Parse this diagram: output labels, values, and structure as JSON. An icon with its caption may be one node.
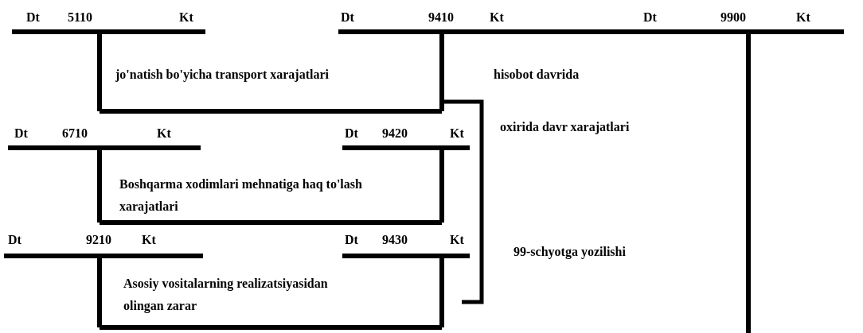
{
  "diagram": {
    "nodes": [
      {
        "text": [
          "Dt",
          "5110",
          "Kt"
        ]
      },
      {
        "text": [
          "Dt",
          "9410",
          "Kt"
        ]
      },
      {
        "text": [
          "Dt",
          "9900",
          "Kt"
        ]
      },
      {
        "text": [
          "Dt",
          "6710",
          "Kt"
        ]
      },
      {
        "text": [
          "Dt",
          "9420",
          "Kt"
        ]
      },
      {
        "text": [
          "Dt",
          "9210",
          "Kt"
        ]
      },
      {
        "text": [
          "Dt",
          "9430",
          "Kt"
        ]
      }
    ],
    "edges": [
      {
        "from": 0,
        "to": 1,
        "arrow": "none",
        "label": "jo'natish bo'yicha transport xarajatlari"
      },
      {
        "from": 3,
        "to": 4,
        "arrow": "none",
        "label": "Boshqarma xodimlari mehnatiga haq to'lash xarajatlari"
      },
      {
        "from": 5,
        "to": 6,
        "arrow": "none",
        "label": "Asosiy vositalarning realizatsiyasidan olingan zarar"
      }
    ],
    "labels": [
      "hisobot davrida",
      "oxirida davr xarajatlari",
      "99-schyotga yozilishi"
    ]
  }
}
